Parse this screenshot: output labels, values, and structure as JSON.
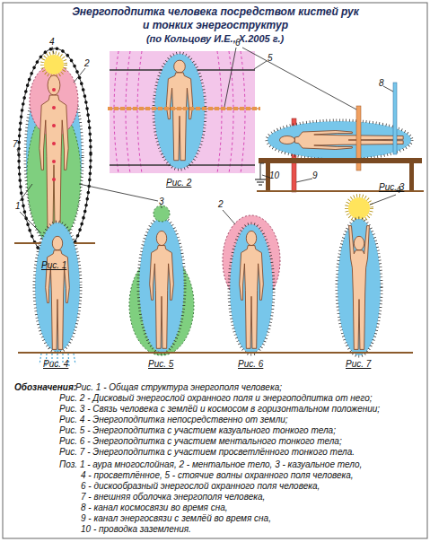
{
  "diagram": {
    "title": "Энергоподпитка человека посредством кистей рук и тонких энергоструктур",
    "labels": [
      "(по Кольцову И.Е., Х.2005 г.)",
      "4",
      "2",
      "5",
      "6",
      "8",
      "7",
      "Рис. 1",
      "Рис. 2",
      "10",
      "9",
      "Рис. 3",
      "1",
      "3",
      "2",
      "4",
      "Рис. 4",
      "Рис. 5",
      "Рис. 6",
      "Рис. 7",
      "Обозначения:",
      "Рис. 1 - Общая структура энергополя человека;",
      "Рис. 2 - Дисковый энергослой охранного поля и энергоподпитка от него;",
      "Рис. 3 - Связь человека с землёй и космосом в горизонтальном положении;",
      "Рис. 4 - Энергоподпитка непосредственно от земли;",
      "Рис. 5 - Энергоподпитка с участием казуального тонкого тела;",
      "Рис. 6 - Энергоподпитка с участием ментального тонкого тела;",
      "Рис. 7 - Энергоподпитка с участием просветлённого тонкого тела.",
      "Поз. 1 - аура многослойная, 2 - ментальное тело, 3 - казуальное тело,",
      "4 - просветлённое, 5 - стоячие волны охранного поля человека,",
      "6 - дискообразный энергослой охранного поля человека,",
      "7 - внешняя оболочка энергополя человека,",
      "8 - канал космосвязи во время сна,",
      "9 - канал энергосвязи с землёй во время сна,",
      "10 - проводка заземления."
    ]
  }
}
